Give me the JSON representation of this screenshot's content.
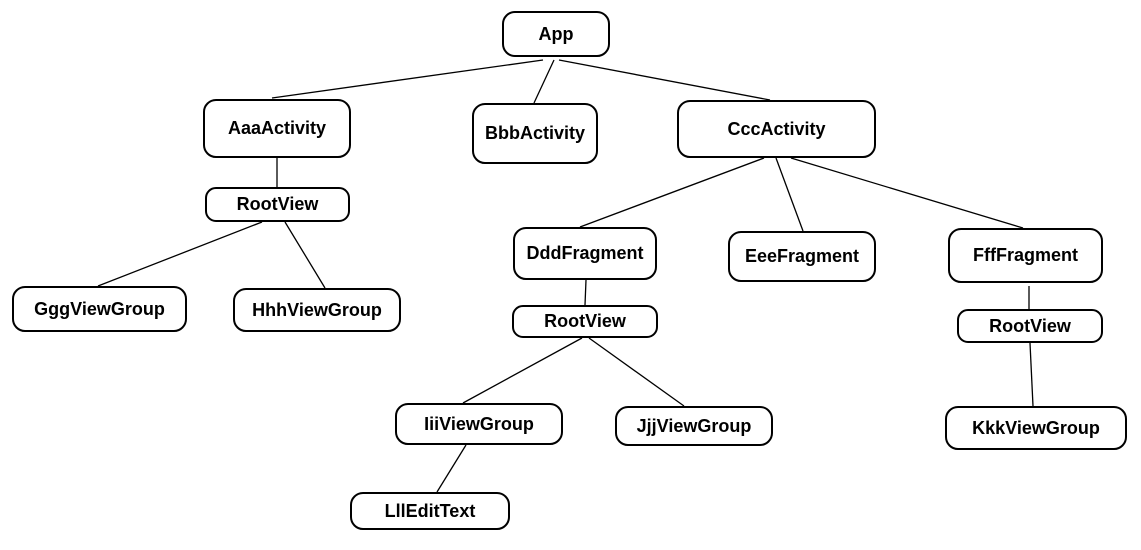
{
  "diagram": {
    "colors": {
      "background": "#ffffff",
      "node_fill": "#ffffff",
      "node_border": "#000000",
      "text": "#000000",
      "edge": "#000000"
    },
    "nodes": {
      "app": {
        "label": "App"
      },
      "aaa_activity": {
        "label": "AaaActivity"
      },
      "bbb_activity": {
        "label": "BbbActivity"
      },
      "ccc_activity": {
        "label": "CccActivity"
      },
      "root_view_a": {
        "label": "RootView"
      },
      "ggg_view_group": {
        "label": "GggViewGroup"
      },
      "hhh_view_group": {
        "label": "HhhViewGroup"
      },
      "ddd_fragment": {
        "label": "DddFragment"
      },
      "eee_fragment": {
        "label": "EeeFragment"
      },
      "fff_fragment": {
        "label": "FffFragment"
      },
      "root_view_d": {
        "label": "RootView"
      },
      "iii_view_group": {
        "label": "IiiViewGroup"
      },
      "jjj_view_group": {
        "label": "JjjViewGroup"
      },
      "lll_edit_text": {
        "label": "LllEditText"
      },
      "root_view_f": {
        "label": "RootView"
      },
      "kkk_view_group": {
        "label": "KkkViewGroup"
      }
    },
    "edges": [
      {
        "from": "app",
        "to": "aaa_activity"
      },
      {
        "from": "app",
        "to": "bbb_activity"
      },
      {
        "from": "app",
        "to": "ccc_activity"
      },
      {
        "from": "aaa_activity",
        "to": "root_view_a"
      },
      {
        "from": "root_view_a",
        "to": "ggg_view_group"
      },
      {
        "from": "root_view_a",
        "to": "hhh_view_group"
      },
      {
        "from": "ccc_activity",
        "to": "ddd_fragment"
      },
      {
        "from": "ccc_activity",
        "to": "eee_fragment"
      },
      {
        "from": "ccc_activity",
        "to": "fff_fragment"
      },
      {
        "from": "ddd_fragment",
        "to": "root_view_d"
      },
      {
        "from": "root_view_d",
        "to": "iii_view_group"
      },
      {
        "from": "root_view_d",
        "to": "jjj_view_group"
      },
      {
        "from": "iii_view_group",
        "to": "lll_edit_text"
      },
      {
        "from": "fff_fragment",
        "to": "root_view_f"
      },
      {
        "from": "root_view_f",
        "to": "kkk_view_group"
      }
    ]
  }
}
